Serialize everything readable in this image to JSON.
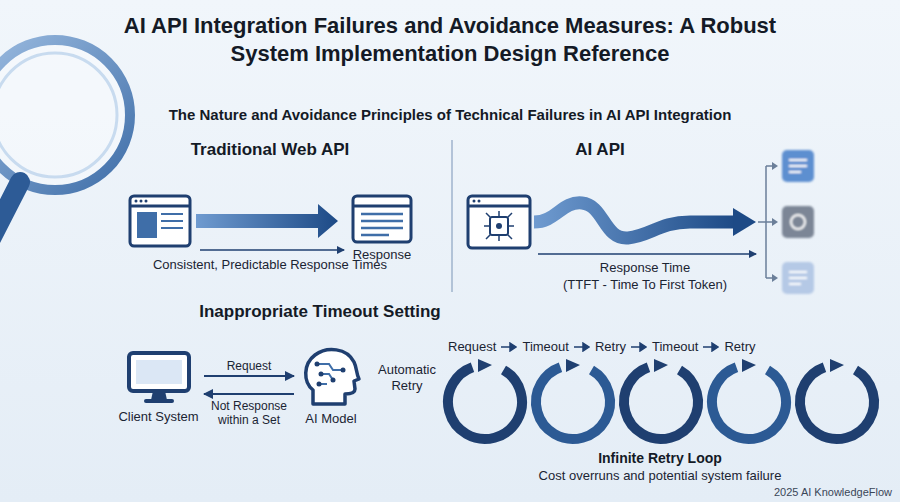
{
  "diagram": {
    "title": "AI API Integration Failures and Avoidance Measures: A Robust System Implementation Design Reference",
    "nodes": [
      {
        "text": [
          "Response"
        ]
      },
      {
        "text": [
          "Client System"
        ]
      },
      {
        "text": [
          "AI Model"
        ]
      }
    ],
    "edges": [
      {
        "from": 1,
        "to": 2,
        "label": "Request",
        "arrow": "to"
      },
      {
        "from": 2,
        "to": 1,
        "label": "Not Response within a Set",
        "arrow": "to"
      }
    ],
    "labels": [
      "The Nature and Avoidance Principles of Technical Failures in AI API Integration",
      "Traditional Web API",
      "AI API",
      "Consistent, Predictable Response Times",
      "Response Time",
      "(TTFT - Time To First Token)",
      "Inappropriate Timeout Setting",
      "Automatic Retry",
      "Request",
      "Timeout",
      "Retry",
      "Timeout",
      "Retry",
      "Infinite Retry Loop",
      "Cost overruns and potential system failure",
      "2025 AI KnowledgeFlow"
    ]
  }
}
